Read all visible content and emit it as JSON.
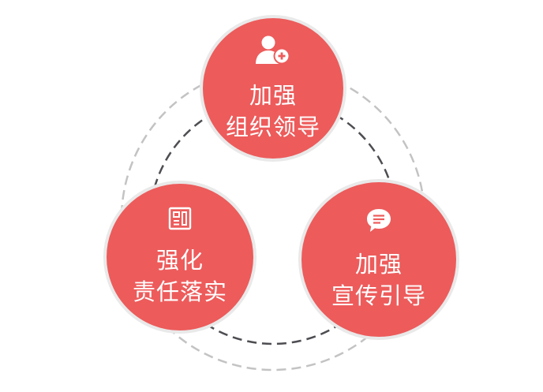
{
  "colors": {
    "node_fill": "#ed5b5b",
    "node_border": "#e9e9e9",
    "text": "#ffffff",
    "ring_outer": "#c3c3c3",
    "ring_inner": "#4d4d52"
  },
  "nodes": [
    {
      "icon": "add-user-icon",
      "lines": [
        "加强",
        "组织领导"
      ]
    },
    {
      "icon": "layout-board-icon",
      "lines": [
        "强化",
        "责任落实"
      ]
    },
    {
      "icon": "chat-bubble-icon",
      "lines": [
        "加强",
        "宣传引导"
      ]
    }
  ]
}
